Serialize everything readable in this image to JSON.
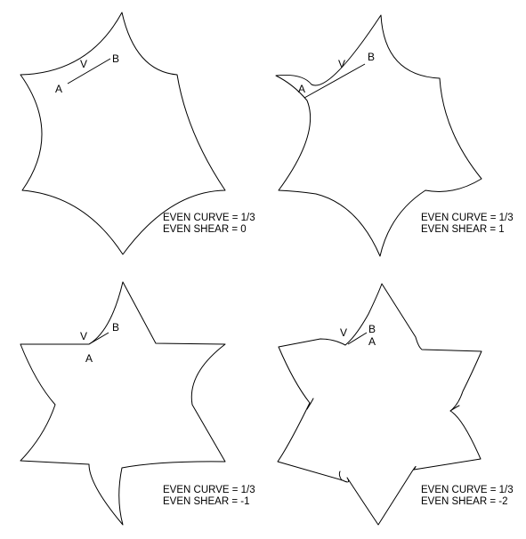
{
  "panels": [
    {
      "labels": {
        "a": "A",
        "v": "V",
        "b": "B"
      },
      "caption": {
        "line1": "EVEN CURVE = 1/3",
        "line2": "EVEN SHEAR = 0"
      }
    },
    {
      "labels": {
        "a": "A",
        "v": "V",
        "b": "B"
      },
      "caption": {
        "line1": "EVEN CURVE = 1/3",
        "line2": "EVEN SHEAR = 1"
      }
    },
    {
      "labels": {
        "a": "A",
        "v": "V",
        "b": "B"
      },
      "caption": {
        "line1": "EVEN CURVE = 1/3",
        "line2": "EVEN SHEAR = -1"
      }
    },
    {
      "labels": {
        "a": "A",
        "v": "V",
        "b": "B"
      },
      "caption": {
        "line1": "EVEN CURVE = 1/3",
        "line2": "EVEN SHEAR = -2"
      }
    }
  ]
}
